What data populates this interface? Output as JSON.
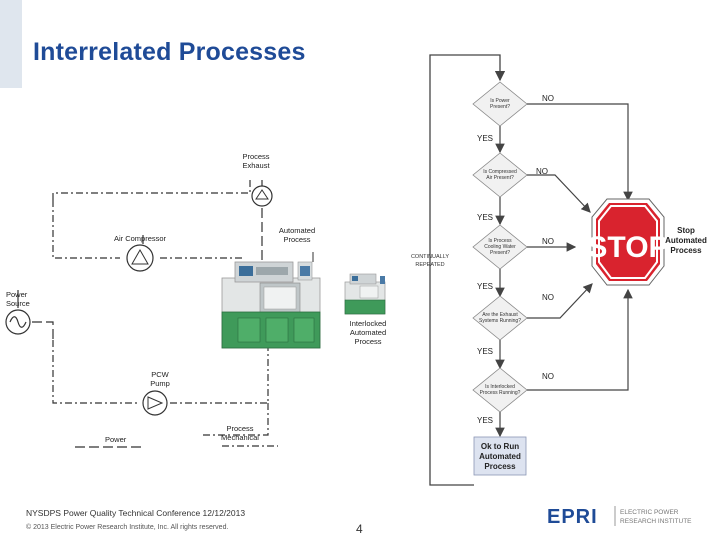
{
  "title": "Interrelated Processes",
  "left": {
    "power_source": [
      "Power",
      "Source"
    ],
    "process_exhaust": [
      "Process",
      "Exhaust"
    ],
    "air_compressor": "Air Compressor",
    "automated_process": [
      "Automated",
      "Process"
    ],
    "interlocked": [
      "Interlocked",
      "Automated",
      "Process"
    ],
    "pcw_pump": [
      "PCW",
      "Pump"
    ],
    "process_mechanical": [
      "Process",
      "Mechanical"
    ],
    "legend_power": "Power"
  },
  "flow": {
    "decisions": [
      {
        "text": [
          "Is Power",
          "Present?"
        ]
      },
      {
        "text": [
          "Is Compressed",
          "Air Present?"
        ]
      },
      {
        "text": [
          "Is Process",
          "Cooling Water",
          "Present?"
        ]
      },
      {
        "text": [
          "Are the Exhaust",
          "Systems Running?"
        ]
      },
      {
        "text": [
          "Is Interlocked",
          "Process Running?"
        ]
      }
    ],
    "yes_label": "YES",
    "no_label": "NO",
    "continually": [
      "CONTINUALLY",
      "REPEATED"
    ],
    "ok_box": [
      "Ok to Run",
      "Automated",
      "Process"
    ],
    "stop_sign": "STOP",
    "stop_label": [
      "Stop",
      "Automated",
      "Process"
    ]
  },
  "footer": {
    "conference": "NYSDPS Power Quality Technical Conference  12/12/2013",
    "copyright": "© 2013 Electric Power Research Institute, Inc. All rights reserved.",
    "page": "4"
  },
  "logo": {
    "mark": "EPRI",
    "line1": "ELECTRIC POWER",
    "line2": "RESEARCH INSTITUTE"
  },
  "colors": {
    "title": "#1f4b97",
    "stop": "#d9232e",
    "ok_box": "#dde3f0",
    "decision": "#f1f1f1",
    "machine_base": "#3f9a5a"
  }
}
